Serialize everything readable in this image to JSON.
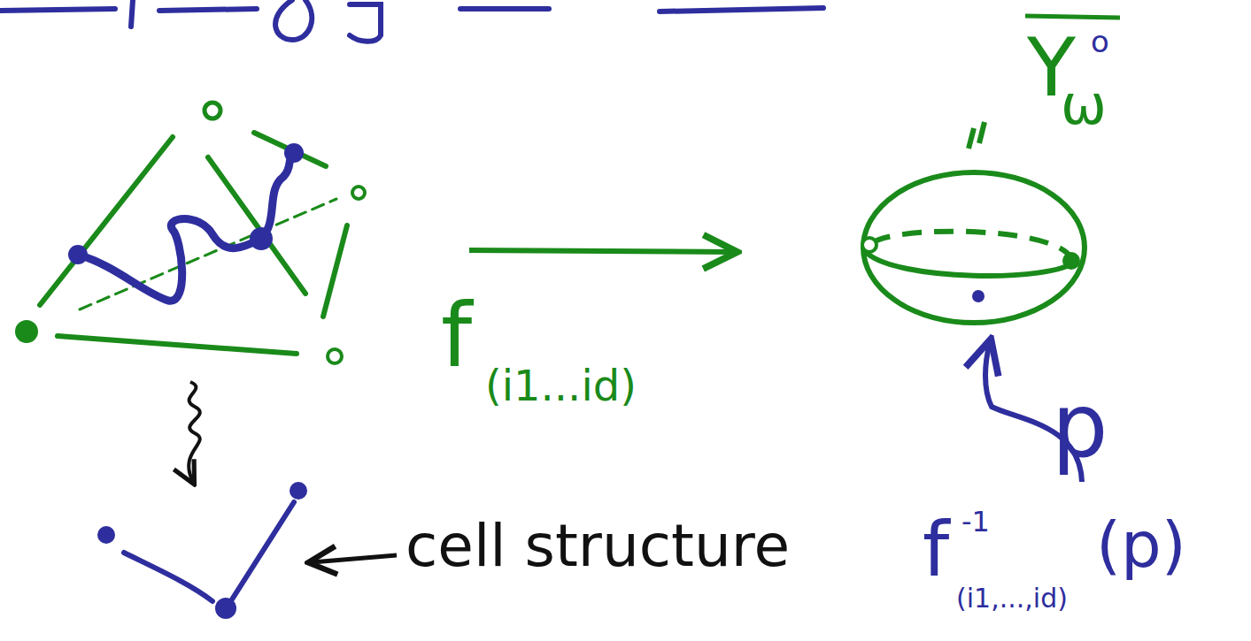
{
  "diagram": {
    "labels": [
      "f",
      "(i1...id)",
      "Y",
      "o",
      "ω",
      "p",
      "cell structure",
      "f",
      "-1",
      "(i1,...,id)",
      "(p)"
    ]
  }
}
